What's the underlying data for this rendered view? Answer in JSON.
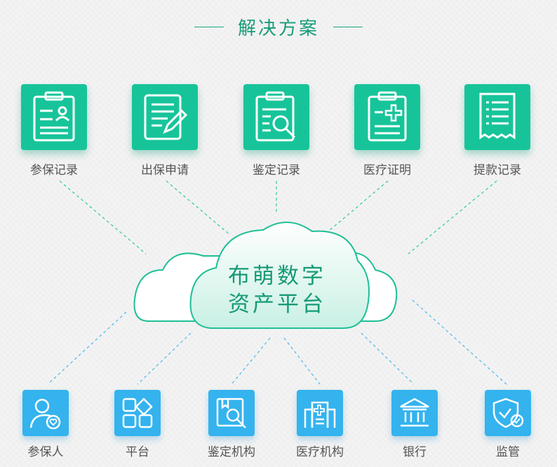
{
  "title": "解决方案",
  "center": {
    "line1": "布萌数字",
    "line2": "资产平台"
  },
  "top_items": [
    {
      "label": "参保记录",
      "icon": "clipboard-person-icon"
    },
    {
      "label": "出保申请",
      "icon": "document-edit-icon"
    },
    {
      "label": "鉴定记录",
      "icon": "clipboard-search-icon"
    },
    {
      "label": "医疗证明",
      "icon": "clipboard-medical-icon"
    },
    {
      "label": "提款记录",
      "icon": "receipt-icon"
    }
  ],
  "bottom_items": [
    {
      "label": "参保人",
      "icon": "person-heart-icon"
    },
    {
      "label": "平台",
      "icon": "grid-apps-icon"
    },
    {
      "label": "鉴定机构",
      "icon": "book-search-icon"
    },
    {
      "label": "医疗机构",
      "icon": "hospital-icon"
    },
    {
      "label": "银行",
      "icon": "bank-icon"
    },
    {
      "label": "监管",
      "icon": "shield-check-icon"
    }
  ],
  "colors": {
    "green": "#17c49a",
    "blue": "#34b3ee",
    "title": "#179c78"
  }
}
